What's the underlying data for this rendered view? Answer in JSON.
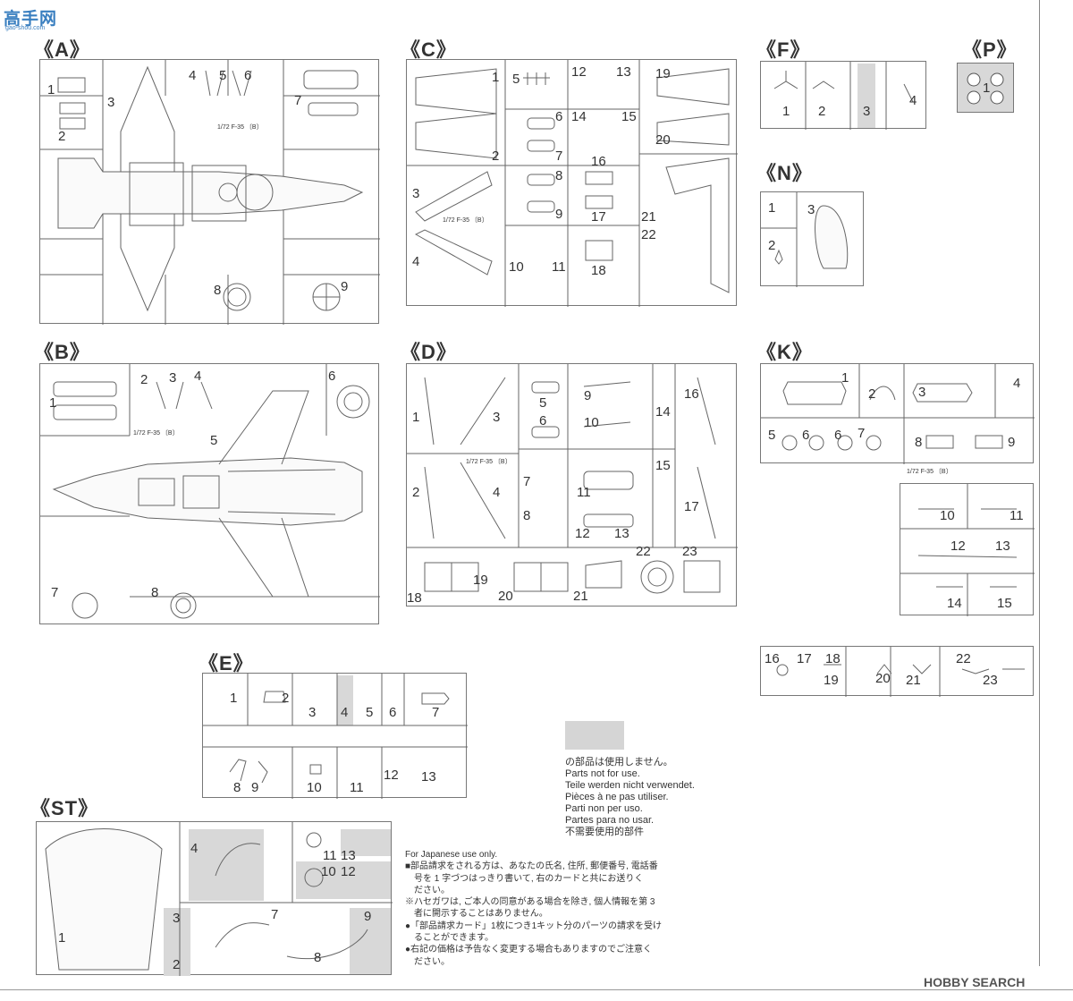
{
  "site_logo": {
    "main": "高手网",
    "sub": "gao-shou.com"
  },
  "watermark": "HOBBY SEARCH",
  "sprue_tag": "1/72 F-35 〔B〕",
  "sprues": {
    "A": {
      "title": "《A》",
      "parts": [
        "1",
        "2",
        "3",
        "4",
        "5",
        "6",
        "7",
        "8",
        "9"
      ],
      "tag_letter": "A"
    },
    "B": {
      "title": "《B》",
      "parts": [
        "1",
        "2",
        "3",
        "4",
        "5",
        "6",
        "7",
        "8"
      ],
      "tag_letter": "B"
    },
    "C": {
      "title": "《C》",
      "parts": [
        "1",
        "2",
        "3",
        "4",
        "5",
        "6",
        "7",
        "8",
        "9",
        "10",
        "11",
        "12",
        "13",
        "14",
        "15",
        "16",
        "17",
        "18",
        "19",
        "20",
        "21",
        "22"
      ],
      "tag_letter": "C"
    },
    "D": {
      "title": "《D》",
      "parts": [
        "1",
        "2",
        "3",
        "4",
        "5",
        "6",
        "7",
        "8",
        "9",
        "10",
        "11",
        "12",
        "13",
        "14",
        "15",
        "16",
        "17",
        "18",
        "19",
        "20",
        "21",
        "22",
        "23"
      ],
      "tag_letter": "D"
    },
    "E": {
      "title": "《E》",
      "parts": [
        "1",
        "2",
        "3",
        "4",
        "5",
        "6",
        "7",
        "8",
        "9",
        "10",
        "11",
        "12",
        "13"
      ]
    },
    "F": {
      "title": "《F》",
      "parts": [
        "1",
        "2",
        "3",
        "4"
      ]
    },
    "P": {
      "title": "《P》",
      "parts": [
        "1"
      ]
    },
    "N": {
      "title": "《N》",
      "parts": [
        "1",
        "2",
        "3"
      ]
    },
    "K": {
      "title": "《K》",
      "parts": [
        "1",
        "2",
        "3",
        "4",
        "5",
        "6",
        "6",
        "7",
        "8",
        "9",
        "10",
        "11",
        "12",
        "13",
        "14",
        "15",
        "16",
        "17",
        "18",
        "19",
        "20",
        "21",
        "22",
        "23"
      ],
      "tag_letter": "K"
    },
    "ST": {
      "title": "《ST》",
      "parts": [
        "1",
        "2",
        "3",
        "4",
        "7",
        "8",
        "9",
        "10",
        "11",
        "12",
        "13"
      ]
    }
  },
  "legend": {
    "swatch_color": "#d5d5d5",
    "lines": [
      "の部品は使用しません。",
      "Parts not for use.",
      "Teile werden nicht verwendet.",
      "Pièces à ne pas utiliser.",
      "Parti non per uso.",
      "Partes para no usar.",
      "不需要使用的部件"
    ]
  },
  "jp_notes": [
    "For Japanese use only.",
    "■部品請求をされる方は、あなたの氏名, 住所, 郵便番号, 電話番",
    "　号を 1 字づつはっきり書いて, 右のカードと共にお送りく",
    "　ださい。",
    "※ハセガワは, ご本人の同意がある場合を除き, 個人情報を第 3",
    "　者に開示することはありません。",
    "●「部品請求カード」1枚につき1キット分のパーツの請求を受け",
    "　ることができます。",
    "●右記の価格は予告なく変更する場合もありますのでご注意く",
    "　ださい。"
  ]
}
